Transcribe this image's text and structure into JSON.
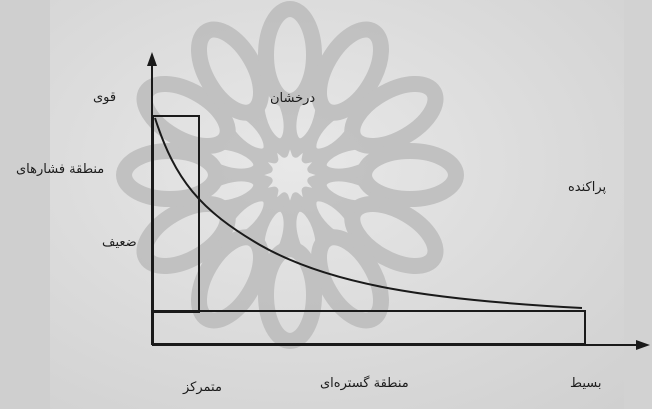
{
  "labels": {
    "strong": "قوی",
    "pressure_zone": "منطقة فشارهای",
    "weak": "ضعیف",
    "bright": "درخشان",
    "dispersed": "پراکنده",
    "concentrated": "متمرکز",
    "spread_zone": "منطقة گستره‌ای",
    "simple": "بسیط"
  },
  "colors": {
    "ink": "#1a1a1a",
    "watermark": "#bdbdbd",
    "paper": "#dcdcdc"
  },
  "watermark_icon": "rosette-star-watermark"
}
